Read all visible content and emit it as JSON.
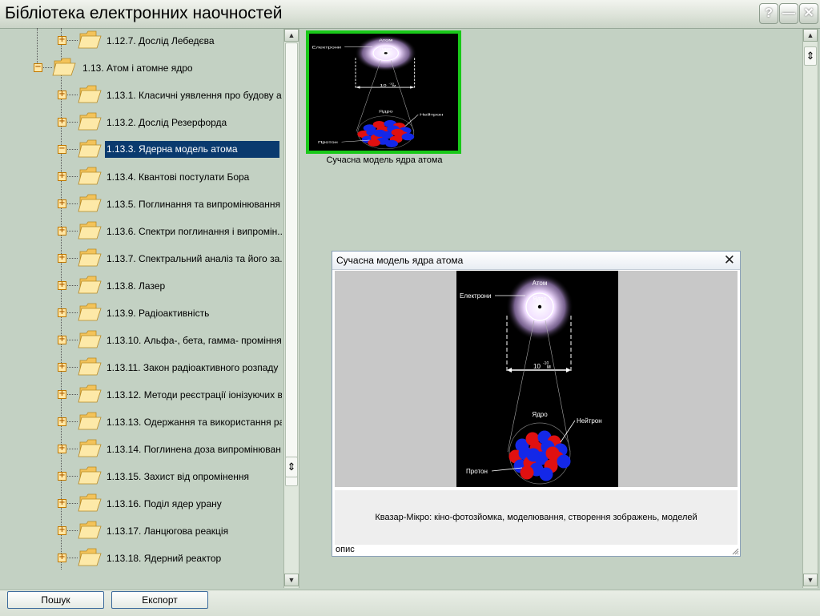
{
  "app": {
    "title": "Бібліотека електронних наочностей"
  },
  "window_buttons": {
    "help": "?",
    "minimize": "—",
    "close": "✕"
  },
  "tree": {
    "items": [
      {
        "label": "1.12.7. Дослід Лебедєва",
        "level": 2,
        "expander": "+"
      },
      {
        "label": "1.13. Атом і атомне ядро",
        "level": 1,
        "expander": "−",
        "open": true
      },
      {
        "label": "1.13.1. Класичні уявлення про будову а...",
        "level": 2,
        "expander": "+"
      },
      {
        "label": "1.13.2. Дослід Резерфорда",
        "level": 2,
        "expander": "+"
      },
      {
        "label": "1.13.3. Ядерна модель атома",
        "level": 2,
        "expander": "−",
        "selected": true
      },
      {
        "label": "1.13.4. Квантові постулати Бора",
        "level": 2,
        "expander": "+"
      },
      {
        "label": "1.13.5. Поглинання та випромінювання ...",
        "level": 2,
        "expander": "+"
      },
      {
        "label": "1.13.6. Спектри поглинання і випромін...",
        "level": 2,
        "expander": "+"
      },
      {
        "label": "1.13.7. Спектральний аналіз та його за...",
        "level": 2,
        "expander": "+"
      },
      {
        "label": "1.13.8. Лазер",
        "level": 2,
        "expander": "+"
      },
      {
        "label": "1.13.9. Радіоактивність",
        "level": 2,
        "expander": "+"
      },
      {
        "label": "1.13.10. Альфа-, бета, гамма- проміння",
        "level": 2,
        "expander": "+"
      },
      {
        "label": "1.13.11.  Закон радіоактивного розпаду",
        "level": 2,
        "expander": "+"
      },
      {
        "label": "1.13.12. Методи реєстрації іонізуючих в...",
        "level": 2,
        "expander": "+"
      },
      {
        "label": "1.13.13. Одержання та використання ра...",
        "level": 2,
        "expander": "+"
      },
      {
        "label": "1.13.14. Поглинена доза випромінюван...",
        "level": 2,
        "expander": "+"
      },
      {
        "label": "1.13.15. Захист від опромінення",
        "level": 2,
        "expander": "+"
      },
      {
        "label": "1.13.16. Поділ ядер урану",
        "level": 2,
        "expander": "+"
      },
      {
        "label": "1.13.17. Ланцюгова реакція",
        "level": 2,
        "expander": "+"
      },
      {
        "label": "1.13.18. Ядерний реактор",
        "level": 2,
        "expander": "+"
      }
    ]
  },
  "scroll_glyphs": {
    "up": "▲",
    "down": "▼",
    "grip": "⇕"
  },
  "thumbnail": {
    "caption": "Сучасна модель ядра атома"
  },
  "diagram": {
    "atom": "Атом",
    "electrons": "Електрони",
    "nucleus_center": "Ядро",
    "scale_base": "10",
    "scale_exp": "-10",
    "scale_unit": "м",
    "nucleus": "Ядро",
    "neutron": "Нейтрон",
    "proton": "Протон"
  },
  "popup": {
    "title": "Сучасна модель ядра атома",
    "close": "✕",
    "description": "Квазар-Мікро: кіно-фотозйомка, моделювання, створення зображень, моделей",
    "footer": "опис"
  },
  "bottom": {
    "search": "Пошук",
    "export": "Експорт"
  },
  "colors": {
    "selection": "#0a3a6e",
    "thumb_border": "#19c819",
    "proton": "#e01010",
    "neutron": "#1428e8"
  }
}
